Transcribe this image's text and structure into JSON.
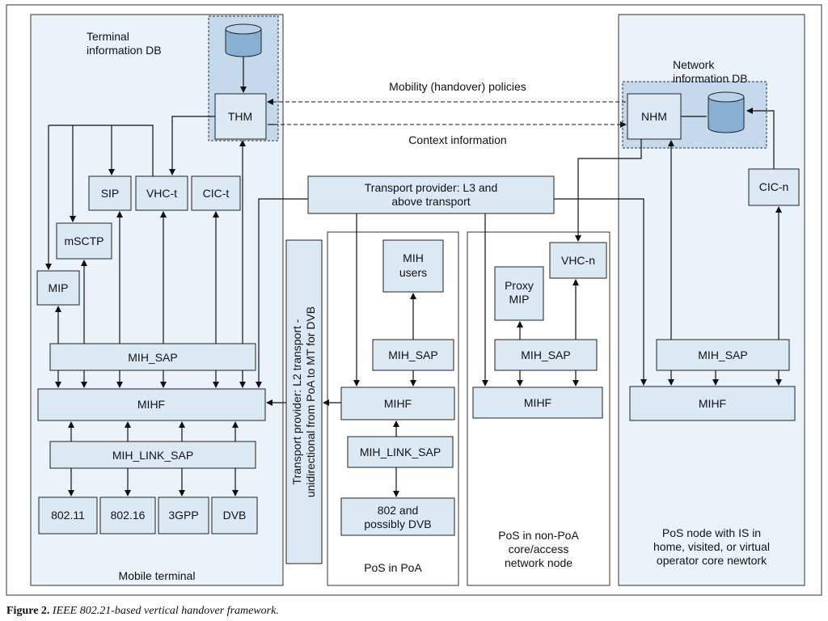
{
  "regions": {
    "mobile_terminal": "Mobile terminal",
    "pos_in_poa": "PoS in PoA",
    "pos_non_poa": [
      "PoS in non-PoA",
      "core/access",
      "network node"
    ],
    "pos_is": [
      "PoS node with IS in",
      "home, visited, or virtual",
      "operator core newtork"
    ]
  },
  "databases": {
    "terminal": [
      "Terminal",
      "information DB"
    ],
    "network": [
      "Network",
      "information DB"
    ]
  },
  "boxes": {
    "thm": "THM",
    "nhm": "NHM",
    "sip": "SIP",
    "vhc_t": "VHC-t",
    "cic_t": "CIC-t",
    "cic_n": "CIC-n",
    "vhc_n": "VHC-n",
    "mip": "MIP",
    "msctp": "mSCTP",
    "proxy_mip": [
      "Proxy",
      "MIP"
    ],
    "mih_users": [
      "MIH",
      "users"
    ],
    "mih_sap": "MIH_SAP",
    "mihf": "MIHF",
    "mih_link_sap": "MIH_LINK_SAP",
    "link_802_11": "802.11",
    "link_802_16": "802.16",
    "link_3gpp": "3GPP",
    "link_dvb": "DVB",
    "link_802_dvb": [
      "802 and",
      "possibly DVB"
    ]
  },
  "transport": {
    "l3": [
      "Transport provider: L3 and",
      "above transport"
    ],
    "l2": [
      "Transport provider: L2 transport -",
      "unidirectional from PoA to MT for DVB"
    ]
  },
  "flows": {
    "policies": "Mobility (handover) policies",
    "context": "Context information"
  },
  "caption": {
    "label": "Figure 2.",
    "text": "IEEE 802.21-based vertical handover framework."
  }
}
